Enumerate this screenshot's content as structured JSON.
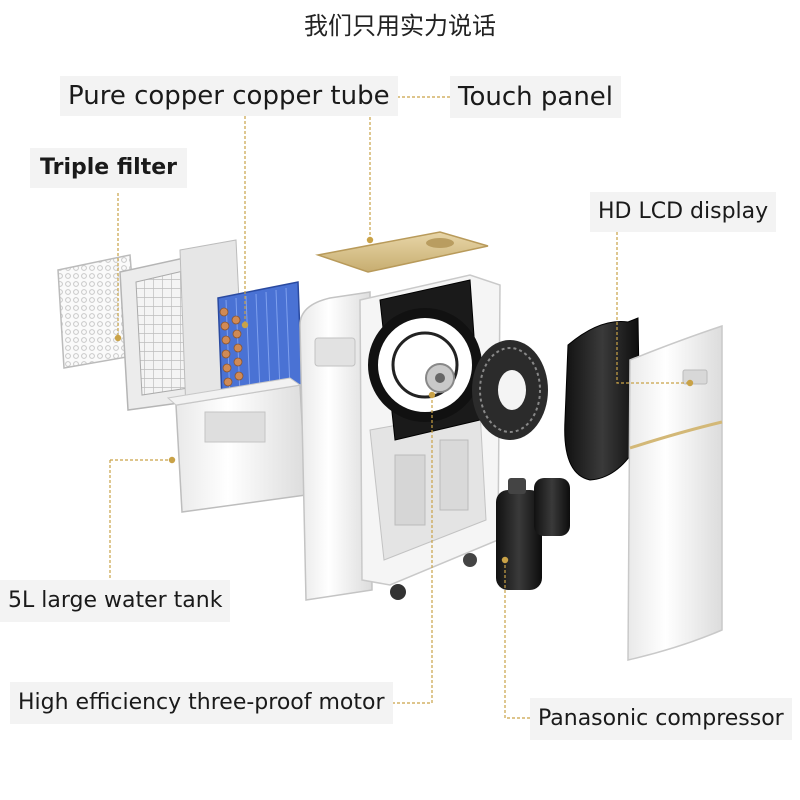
{
  "header": {
    "title": "我们只用实力说话"
  },
  "labels": {
    "copper_tube": "Pure copper copper tube",
    "touch_panel": "Touch panel",
    "triple_filter": "Triple filter",
    "lcd_display": "HD LCD display",
    "water_tank": "5L large water tank",
    "motor": "High efficiency three-proof motor",
    "compressor": "Panasonic compressor"
  },
  "colors": {
    "leader_line": "#c9a247",
    "label_bg": "#f3f3f3",
    "gold_accent": "#d8c08a",
    "copper_blue": "#3f63c8"
  }
}
